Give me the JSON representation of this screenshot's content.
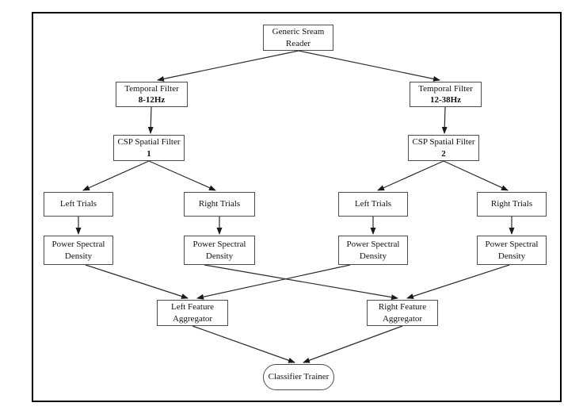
{
  "diagram": {
    "type": "flowchart",
    "description": "Signal processing pipeline from stream reader through temporal/CSP filters, trials, power spectral density, feature aggregation, to classifier training"
  },
  "nodes": {
    "reader": {
      "line1": "Generic Sream",
      "line2": "Reader"
    },
    "tf1": {
      "line1": "Temporal Filter",
      "line2": "8-12Hz"
    },
    "tf2": {
      "line1": "Temporal Filter",
      "line2": "12-38Hz"
    },
    "csp1": {
      "line1": "CSP Spatial Filter",
      "line2": "1"
    },
    "csp2": {
      "line1": "CSP Spatial Filter",
      "line2": "2"
    },
    "lt1": {
      "line1": "Left Trials"
    },
    "rt1": {
      "line1": "Right Trials"
    },
    "lt2": {
      "line1": "Left Trials"
    },
    "rt2": {
      "line1": "Right Trials"
    },
    "psd1": {
      "line1": "Power Spectral",
      "line2": "Density"
    },
    "psd2": {
      "line1": "Power Spectral",
      "line2": "Density"
    },
    "psd3": {
      "line1": "Power Spectral",
      "line2": "Density"
    },
    "psd4": {
      "line1": "Power Spectral",
      "line2": "Density"
    },
    "lfa": {
      "line1": "Left Feature",
      "line2": "Aggregator"
    },
    "rfa": {
      "line1": "Right Feature",
      "line2": "Aggregator"
    },
    "ct": {
      "line1": "Classifier Trainer"
    }
  },
  "edges": [
    "reader->tf1",
    "reader->tf2",
    "tf1->csp1",
    "tf2->csp2",
    "csp1->lt1",
    "csp1->rt1",
    "csp2->lt2",
    "csp2->rt2",
    "lt1->psd1",
    "rt1->psd2",
    "lt2->psd3",
    "rt2->psd4",
    "psd1->lfa",
    "psd2->rfa",
    "psd3->lfa",
    "psd4->rfa",
    "lfa->ct",
    "rfa->ct"
  ],
  "colors": {
    "frame_border": "#000000",
    "node_border": "#4d4d4d",
    "edge_line": "#2b2b2b",
    "text": "#111111",
    "background": "#ffffff"
  }
}
